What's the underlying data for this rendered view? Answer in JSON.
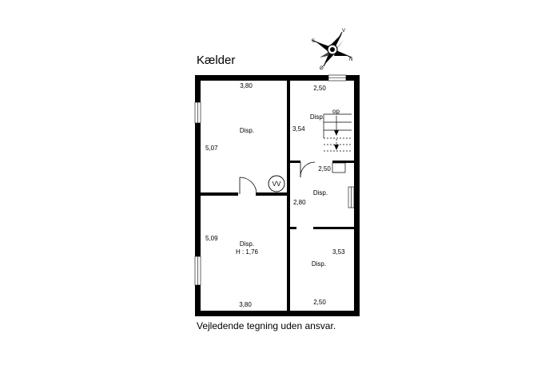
{
  "title": "Kælder",
  "disclaimer": "Vejledende tegning uden ansvar.",
  "compass": {
    "letters": [
      "S",
      "V",
      "N",
      "Ø"
    ]
  },
  "rooms": [
    {
      "name": "Disp.",
      "width": "3,80",
      "height": "5,07"
    },
    {
      "name": "Disp.",
      "width": "2,50",
      "height": "3,54",
      "stair_label": "op"
    },
    {
      "name": "Disp.",
      "width": "2,50",
      "height": "2,80"
    },
    {
      "name": "Disp.",
      "subtitle": "H : 1,76",
      "width": "3,80",
      "height": "5,09"
    },
    {
      "name": "Disp.",
      "width": "2,50",
      "height": "3,53"
    }
  ],
  "fixtures": {
    "boiler": "VV"
  }
}
